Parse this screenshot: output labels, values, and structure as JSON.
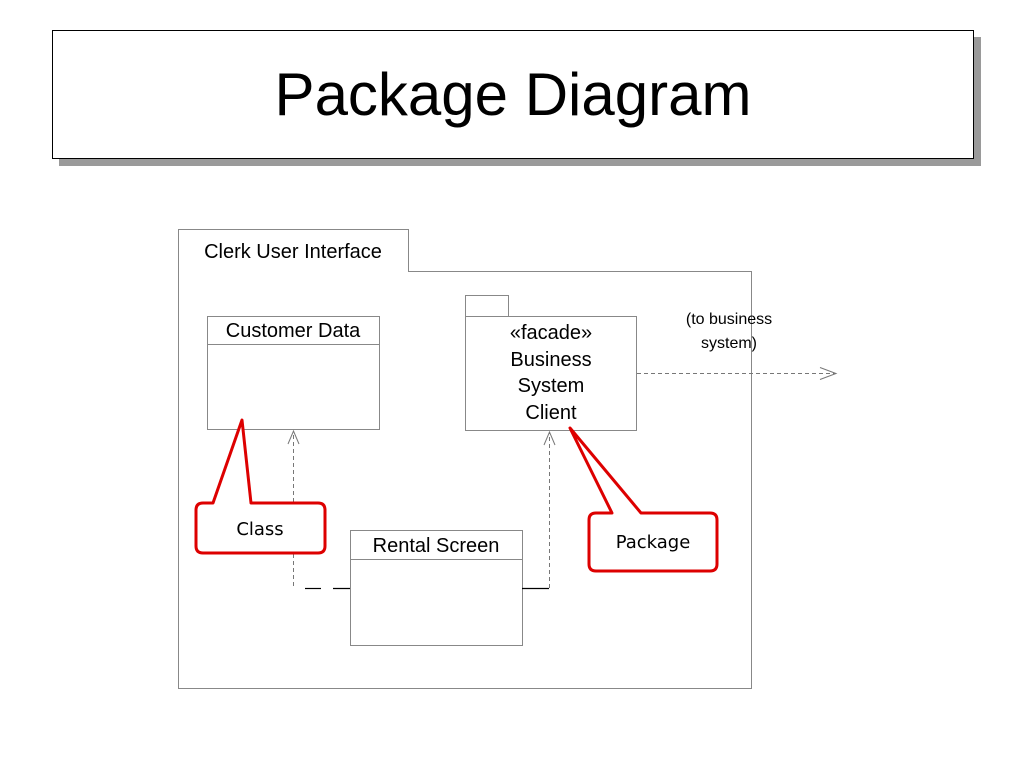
{
  "title": "Package Diagram",
  "diagram": {
    "outer_package": {
      "label": "Clerk User Interface"
    },
    "customer_data": {
      "label": "Customer Data"
    },
    "facade_package": {
      "stereotype": "«facade»",
      "line1": "Business",
      "line2": "System",
      "line3": "Client"
    },
    "rental_screen": {
      "label": "Rental Screen"
    },
    "external_note": {
      "line1": "(to business",
      "line2": "system)"
    },
    "callouts": {
      "class": "Class",
      "package": "Package"
    }
  },
  "colors": {
    "callout_border": "#dd0000",
    "line": "#000000",
    "title_shadow": "#9a9a9a"
  }
}
